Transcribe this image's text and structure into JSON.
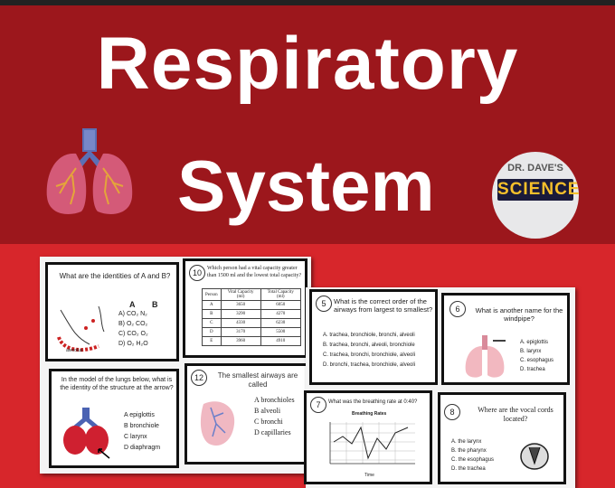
{
  "title": {
    "line1": "Respiratory",
    "line2": "System"
  },
  "badge": {
    "line1": "DR. DAVE'S",
    "line2": "SCIENCE"
  },
  "colors": {
    "top_bg": "#9c171c",
    "bottom_bg": "#d7262b",
    "title": "#ffffff",
    "badge_bg": "#e8e8ea",
    "badge_logo": "#f6c02b"
  },
  "cards": {
    "c1": {
      "question": "What are the identities of A and B?",
      "col_a": "A",
      "col_b": "B",
      "options": [
        "A) CO₂   N₂",
        "B) O₂   CO₂",
        "C) CO₂   O₂",
        "D) O₂   H₂O"
      ],
      "fig_label": "alveolus"
    },
    "c10": {
      "number": "10",
      "question": "Which person had a vital capacity greater than 1500 ml and the lowest total capacity?",
      "headers": [
        "Person",
        "Vital Capacity (ml)",
        "Total Capacity (ml)"
      ],
      "rows": [
        [
          "A",
          "3650",
          "6050"
        ],
        [
          "B",
          "3290",
          "4270"
        ],
        [
          "C",
          "4330",
          "6230"
        ],
        [
          "D",
          "3170",
          "5500"
        ],
        [
          "E",
          "3960",
          "4910"
        ]
      ]
    },
    "c_model": {
      "question": "In the model of the lungs below, what is the identity of the structure at the arrow?",
      "options": [
        "A  epiglottis",
        "B  bronchiole",
        "C  larynx",
        "D  diaphragm"
      ]
    },
    "c12": {
      "number": "12",
      "question": "The smallest airways are called",
      "options": [
        "A  bronchioles",
        "B  alveoli",
        "C  bronchi",
        "D  capillaries"
      ]
    },
    "c5": {
      "number": "5",
      "question": "What is the correct order of the airways from largest to smallest?",
      "options": [
        "A. trachea, bronchiole, bronchi, alveoli",
        "B. trachea, bronchi, alveoli, bronchiole",
        "C. trachea, bronchi, bronchiole, alveoli",
        "D. bronchi, trachea, bronchiole, alveoli"
      ]
    },
    "c6": {
      "number": "6",
      "question": "What is another name for the windpipe?",
      "options": [
        "A. epiglottis",
        "B. larynx",
        "C. esophagus",
        "D. trachea"
      ]
    },
    "c7": {
      "number": "7",
      "question": "What was the breathing rate at 0:40?",
      "chart_title": "Breathing Rates",
      "xlabel": "Time"
    },
    "c8": {
      "number": "8",
      "question": "Where are the vocal cords located?",
      "options": [
        "A. the larynx",
        "B. the pharynx",
        "C. the esophagus",
        "D. the trachea"
      ]
    }
  }
}
